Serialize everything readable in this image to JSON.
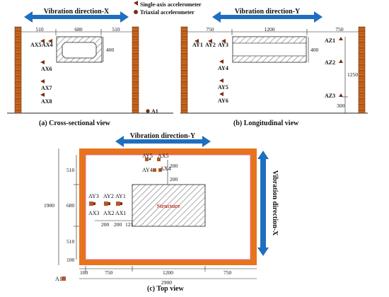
{
  "legend": {
    "single_axis": "Single-axis accelerometer",
    "triaxial": "Triaxial accelerometer"
  },
  "vibration": {
    "x_top": "Vibration direction-X",
    "y_top": "Vibration direction-Y",
    "y_plan": "Vibration direction-Y",
    "x_side": "Vibration direction-X"
  },
  "captions": {
    "a": "(a) Cross-sectional view",
    "b": "(b) Longitudinal view",
    "c": "(c) Top view"
  },
  "structure_label": "Structure",
  "cross_section": {
    "dims": [
      "510",
      "680",
      "510",
      "400"
    ],
    "sensors": [
      "AX5",
      "AX4",
      "AX6",
      "AX7",
      "AX8",
      "A1"
    ]
  },
  "longitudinal": {
    "dims": [
      "750",
      "1200",
      "750",
      "400",
      "1250",
      "300"
    ],
    "sensors": [
      "AY1",
      "AY2",
      "AY3",
      "AY4",
      "AY5",
      "AY6",
      "AZ1",
      "AZ2",
      "AZ3"
    ]
  },
  "top_view": {
    "dims_y": [
      "510",
      "680",
      "510",
      "100",
      "1900"
    ],
    "dims_x": [
      "100",
      "750",
      "1200",
      "750",
      "2900"
    ],
    "spacing": [
      "200",
      "200",
      "125",
      "200",
      "200"
    ],
    "sensors": [
      "AY5",
      "AX5",
      "AY4",
      "AX4",
      "AY3",
      "AY2",
      "AY1",
      "AX3",
      "AX2",
      "AX1",
      "A1"
    ]
  },
  "colors": {
    "wall": "#d2691e",
    "frame": "#e8731c",
    "arrow": "#1f6fc0",
    "sensor": "#7a2e12",
    "structure_text": "#c0392b"
  }
}
